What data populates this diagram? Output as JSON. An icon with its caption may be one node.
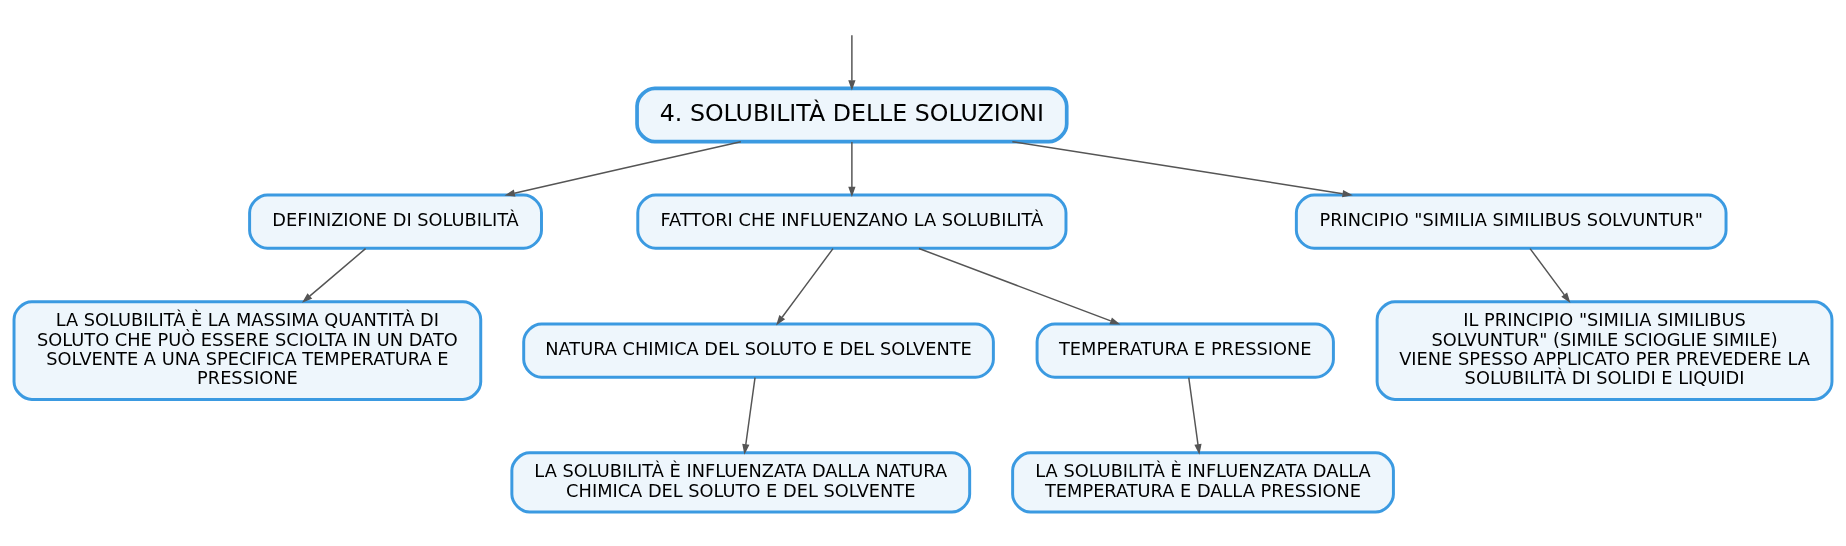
{
  "diagram": {
    "nodes": [
      {
        "text": [
          "4. SOLUBILITÀ DELLE SOLUZIONI"
        ]
      },
      {
        "text": [
          "DEFINIZIONE DI SOLUBILITÀ"
        ]
      },
      {
        "text": [
          "FATTORI CHE INFLUENZANO LA SOLUBILITÀ"
        ]
      },
      {
        "text": [
          "PRINCIPIO \"SIMILIA SIMILIBUS SOLVUNTUR\""
        ]
      },
      {
        "text": [
          "LA SOLUBILITÀ È LA MASSIMA QUANTITÀ DI SOLUTO CHE PUÒ ESSERE SCIOLTA IN UN DATO SOLVENTE A UNA SPECIFICA TEMPERATURA E PRESSIONE"
        ]
      },
      {
        "text": [
          "NATURA CHIMICA DEL SOLUTO E DEL SOLVENTE"
        ]
      },
      {
        "text": [
          "TEMPERATURA E PRESSIONE"
        ]
      },
      {
        "text": [
          "IL PRINCIPIO \"SIMILIA SIMILIBUS SOLVUNTUR\" (SIMILE SCIOGLIE SIMILE) VIENE SPESSO APPLICATO PER PREVEDERE LA SOLUBILITÀ DI SOLIDI E LIQUIDI"
        ]
      },
      {
        "text": [
          "LA SOLUBILITÀ È INFLUENZATA DALLA NATURA CHIMICA DEL SOLUTO E DEL SOLVENTE"
        ]
      },
      {
        "text": [
          "LA SOLUBILITÀ È INFLUENZATA DALLA TEMPERATURA E DALLA PRESSIONE"
        ]
      }
    ],
    "edges": [
      {
        "from": null,
        "to": 0,
        "arrow": "to"
      },
      {
        "from": 0,
        "to": 1,
        "arrow": "to"
      },
      {
        "from": 0,
        "to": 2,
        "arrow": "to"
      },
      {
        "from": 0,
        "to": 3,
        "arrow": "to"
      },
      {
        "from": 1,
        "to": 4,
        "arrow": "to"
      },
      {
        "from": 2,
        "to": 5,
        "arrow": "to"
      },
      {
        "from": 2,
        "to": 6,
        "arrow": "to"
      },
      {
        "from": 3,
        "to": 7,
        "arrow": "to"
      },
      {
        "from": 5,
        "to": 8,
        "arrow": "to"
      },
      {
        "from": 6,
        "to": 9,
        "arrow": "to"
      }
    ]
  }
}
